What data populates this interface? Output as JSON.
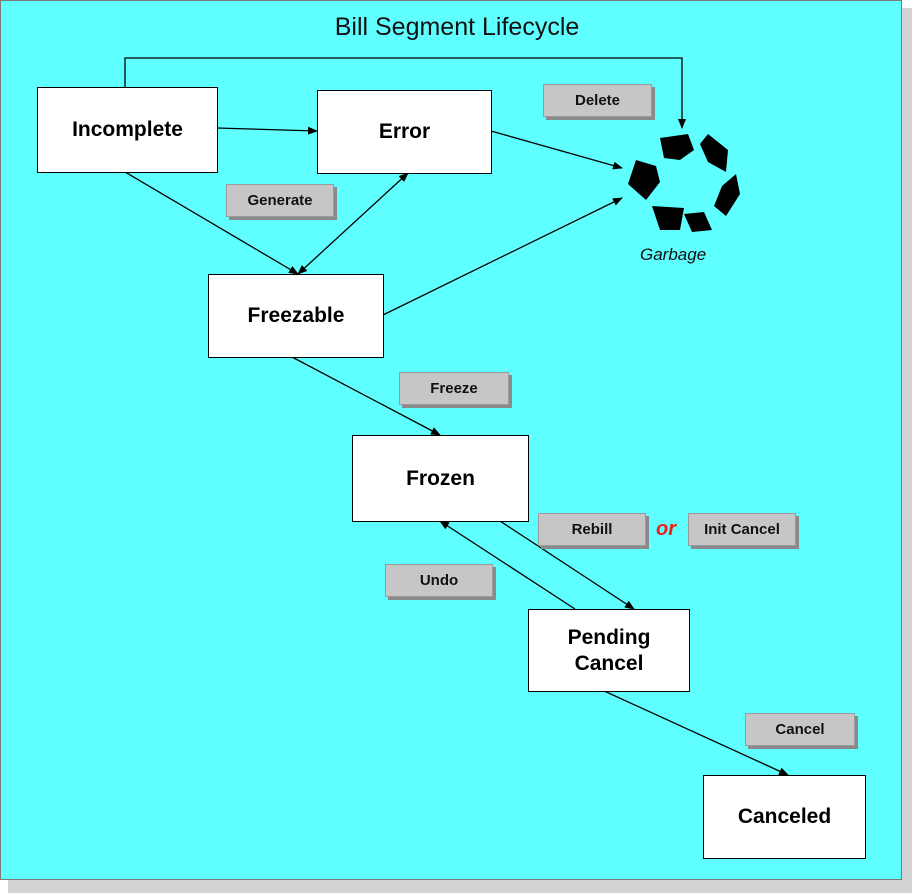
{
  "diagram": {
    "title": "Bill Segment Lifecycle",
    "states": {
      "incomplete": "Incomplete",
      "error": "Error",
      "freezable": "Freezable",
      "frozen": "Frozen",
      "pending_cancel": "Pending Cancel",
      "canceled": "Canceled"
    },
    "actions": {
      "delete": "Delete",
      "generate": "Generate",
      "freeze": "Freeze",
      "rebill": "Rebill",
      "or": "or",
      "init_cancel": "Init Cancel",
      "undo": "Undo",
      "cancel": "Cancel"
    },
    "garbage_label": "Garbage",
    "icons": {
      "garbage": "recycle-icon"
    },
    "colors": {
      "background": "#5fffff",
      "or_text": "#e8211a",
      "action_button": "#c6c6c6"
    }
  }
}
